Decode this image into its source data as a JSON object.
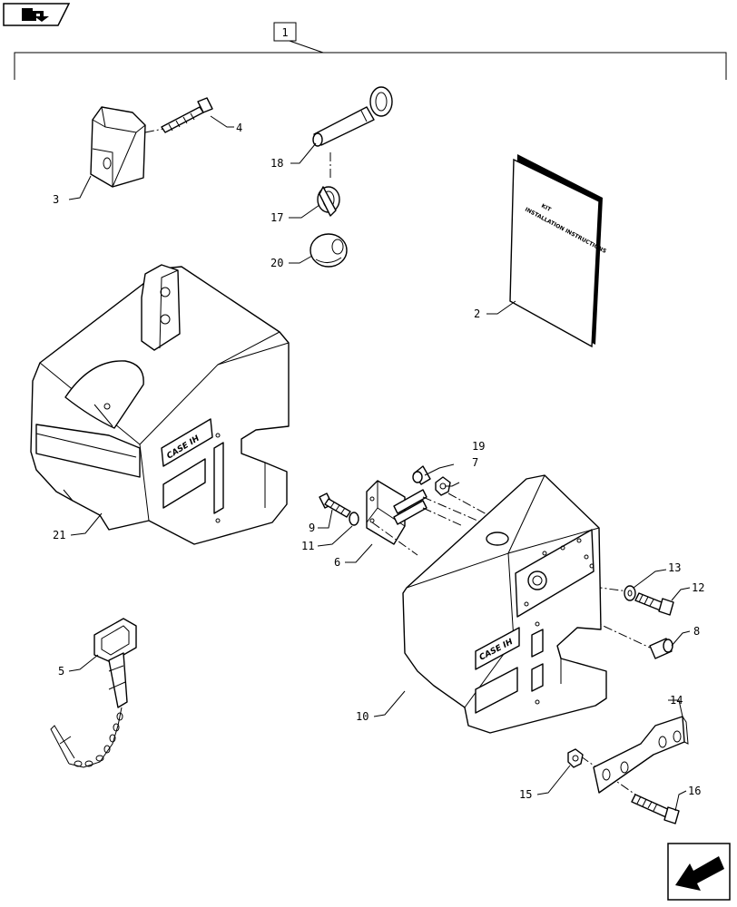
{
  "header": {
    "top_left_icon": "folder-arrow-icon",
    "bottom_right_icon": "return-arrow-icon",
    "kit_callout": "1"
  },
  "booklet": {
    "title_line1": "KIT",
    "title_line2": "INSTALLATION INSTRUCTIONS"
  },
  "logo_text": "CASE IH",
  "callouts": [
    {
      "id": "c2",
      "label": "2"
    },
    {
      "id": "c3",
      "label": "3"
    },
    {
      "id": "c4",
      "label": "4"
    },
    {
      "id": "c5",
      "label": "5"
    },
    {
      "id": "c6",
      "label": "6"
    },
    {
      "id": "c7",
      "label": "7"
    },
    {
      "id": "c8",
      "label": "8"
    },
    {
      "id": "c9",
      "label": "9"
    },
    {
      "id": "c10",
      "label": "10"
    },
    {
      "id": "c11",
      "label": "11"
    },
    {
      "id": "c12",
      "label": "12"
    },
    {
      "id": "c13",
      "label": "13"
    },
    {
      "id": "c14",
      "label": "14"
    },
    {
      "id": "c15",
      "label": "15"
    },
    {
      "id": "c16",
      "label": "16"
    },
    {
      "id": "c17",
      "label": "17"
    },
    {
      "id": "c18",
      "label": "18"
    },
    {
      "id": "c19",
      "label": "19"
    },
    {
      "id": "c20",
      "label": "20"
    },
    {
      "id": "c21",
      "label": "21"
    }
  ]
}
